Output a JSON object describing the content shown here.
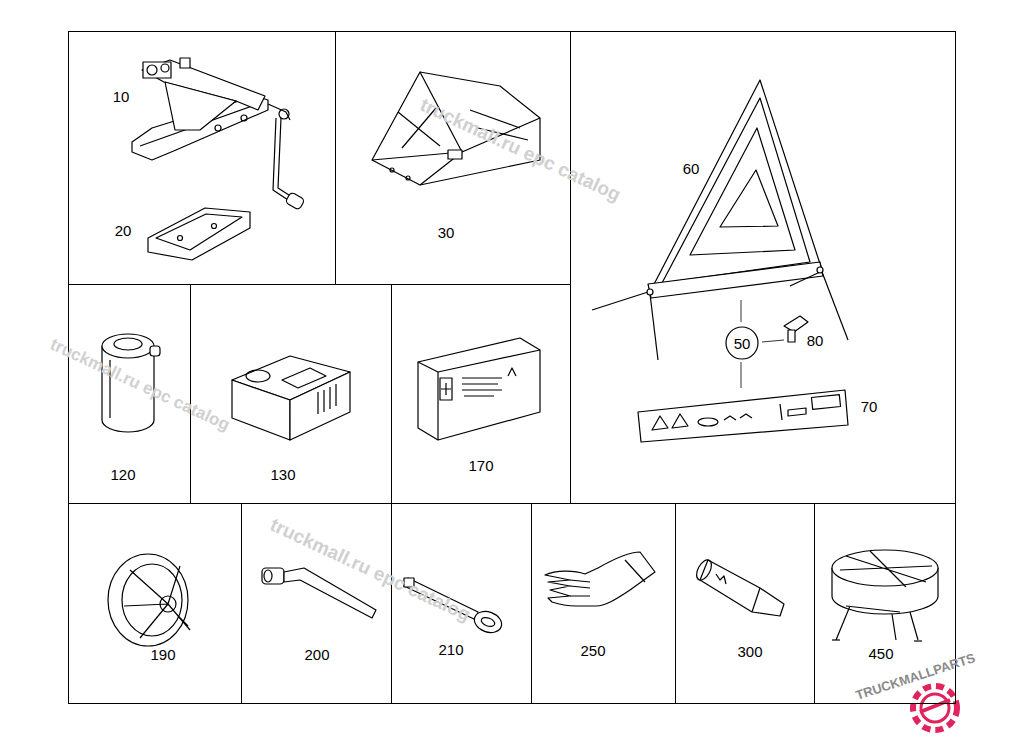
{
  "diagram": {
    "nodes": [
      {
        "text": [
          "10",
          "20"
        ]
      },
      {
        "text": [
          "30"
        ]
      },
      {
        "text": [
          "60",
          "80",
          "70"
        ]
      },
      {
        "text": [
          "50"
        ],
        "in": 2
      },
      {
        "text": [
          "120"
        ]
      },
      {
        "text": [
          "130"
        ]
      },
      {
        "text": [
          "170"
        ]
      },
      {
        "text": [
          "190"
        ]
      },
      {
        "text": [
          "200"
        ]
      },
      {
        "text": [
          "210"
        ]
      },
      {
        "text": [
          "250"
        ]
      },
      {
        "text": [
          "300"
        ]
      },
      {
        "text": [
          "450"
        ]
      }
    ],
    "labels": [
      "truckmall.ru epc catalog",
      "truckmall.ru epc catalog",
      "truckmall.ru epc catalog",
      "TRUCKMALLPARTS"
    ]
  }
}
